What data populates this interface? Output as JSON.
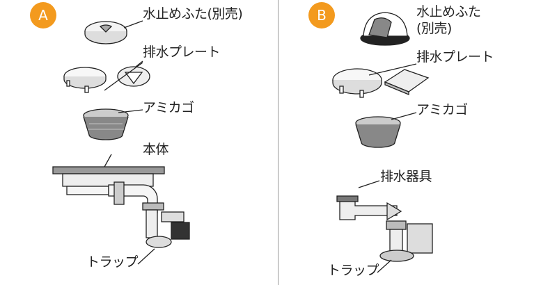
{
  "colors": {
    "badge": "#f39a1e"
  },
  "panel_a": {
    "badge": "A",
    "labels": {
      "cap": "水止めふた(別売)",
      "plate": "排水プレート",
      "basket": "アミカゴ",
      "body": "本体",
      "trap": "トラップ"
    }
  },
  "panel_b": {
    "badge": "B",
    "labels": {
      "cap_line1": "水止めふた",
      "cap_line2": "(別売)",
      "plate": "排水プレート",
      "basket": "アミカゴ",
      "fitting": "排水器具",
      "trap": "トラップ"
    }
  }
}
